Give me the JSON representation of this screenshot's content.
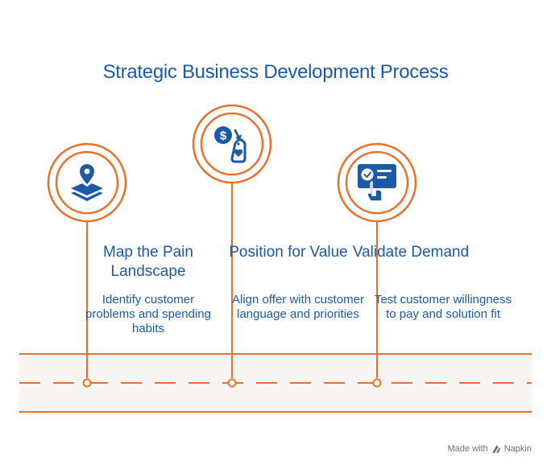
{
  "title": "Strategic Business Development Process",
  "colors": {
    "accent": "#e8702a",
    "text": "#1c5aa6",
    "road": "#f8f4f2"
  },
  "steps": [
    {
      "icon": "map-pin-layers-icon",
      "title": "Map the Pain Landscape",
      "description": "Identify customer problems and spending habits"
    },
    {
      "icon": "money-to-price-tag-icon",
      "title": "Position for Value",
      "description": "Align offer with customer language and priorities"
    },
    {
      "icon": "payment-card-check-icon",
      "title": "Validate Demand",
      "description": "Test customer willingness to pay and solution fit"
    }
  ],
  "watermark": {
    "prefix": "Made with",
    "brand": "Napkin"
  }
}
